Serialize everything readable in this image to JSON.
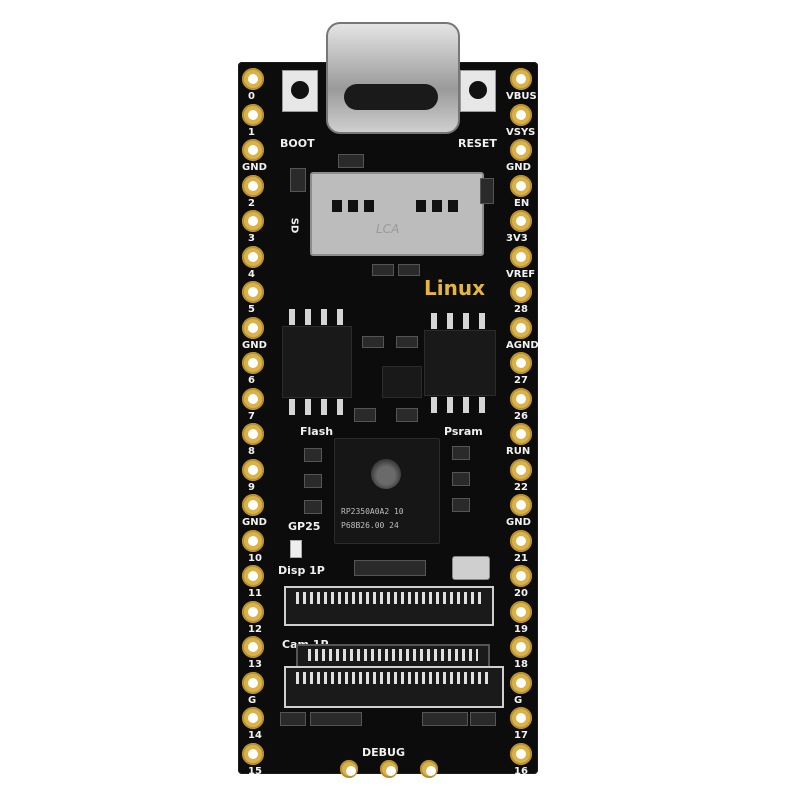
{
  "board": {
    "left_pins": [
      "0",
      "1",
      "GND",
      "2",
      "3",
      "4",
      "5",
      "GND",
      "6",
      "7",
      "8",
      "9",
      "GND",
      "10",
      "11",
      "12",
      "13",
      "G",
      "14",
      "15"
    ],
    "right_pins": [
      "VBUS",
      "VSYS",
      "GND",
      "EN",
      "3V3",
      "VREF",
      "28",
      "AGND",
      "27",
      "26",
      "RUN",
      "22",
      "GND",
      "21",
      "20",
      "19",
      "18",
      "G",
      "17",
      "16"
    ],
    "labels": {
      "boot": "BOOT",
      "reset": "RESET",
      "sd": "SD",
      "brand": "Linux",
      "flash": "Flash",
      "psram": "Psram",
      "gp25": "GP25",
      "disp": "Disp 1P",
      "cam": "Cam 1P",
      "debug": "DEBUG",
      "sd_card_text": "LCA"
    },
    "chip": {
      "line1": "RP2350A0A2  10",
      "line2": "P68B26.00   24"
    },
    "colors": {
      "pcb": "#0c0c0c",
      "pad_gold": "#d9b24a",
      "silkscreen": "#f0f0f0",
      "brand": "#e4b53f"
    },
    "icons": [
      "raspberry-logo-icon"
    ]
  }
}
